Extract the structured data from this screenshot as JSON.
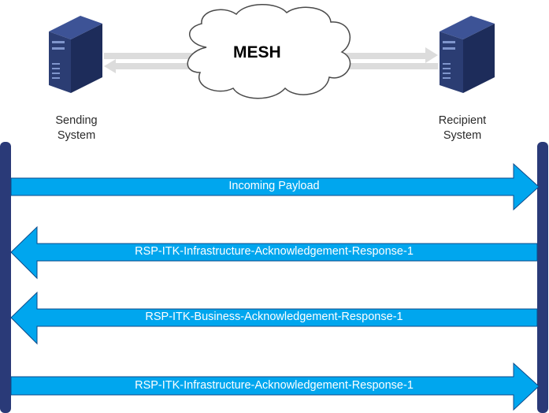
{
  "nodes": {
    "sender": {
      "label_line1": "Sending",
      "label_line2": "System"
    },
    "recipient": {
      "label_line1": "Recipient",
      "label_line2": "System"
    },
    "cloud": {
      "label": "MESH"
    }
  },
  "messages": [
    {
      "label": "Incoming Payload",
      "direction": "right"
    },
    {
      "label": "RSP-ITK-Infrastructure-Acknowledgement-Response-1",
      "direction": "left"
    },
    {
      "label": "RSP-ITK-Business-Acknowledgement-Response-1",
      "direction": "left"
    },
    {
      "label": "RSP-ITK-Infrastructure-Acknowledgement-Response-1",
      "direction": "right"
    }
  ],
  "colors": {
    "arrow_fill": "#00a6ee",
    "arrow_stroke": "#0b4a8a",
    "lifeline": "#2a3a78",
    "server_body": "#2b3d73",
    "server_front": "#1d2c5a",
    "link_arrow": "#dcdcdc"
  },
  "icons": {
    "server": "server-tower-icon",
    "cloud": "cloud-icon"
  }
}
